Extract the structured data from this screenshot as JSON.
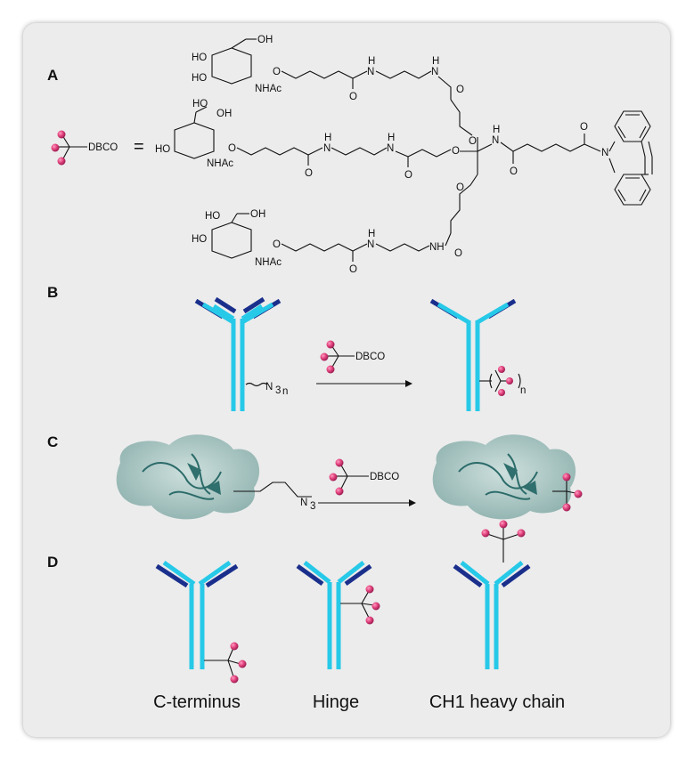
{
  "labels": {
    "a": "A",
    "b": "B",
    "c": "C",
    "d": "D"
  },
  "dbco_label": "DBCO",
  "equals": "=",
  "chem": {
    "oh": "OH",
    "ho": "HO",
    "nhac": "NHAc",
    "o": "O",
    "nh": "H",
    "n": "N",
    "bottom_nh": "NH",
    "linker_nh": "N"
  },
  "section_b": {
    "azide": "N",
    "azide_sub": "3",
    "n_sub": "n"
  },
  "section_c": {
    "azide": "N",
    "azide_sub": "3"
  },
  "captions": {
    "c_terminus": "C-terminus",
    "hinge": "Hinge",
    "ch1": "CH1 heavy chain"
  },
  "colors": {
    "light_chain": "#1aa3d9",
    "heavy_chain": "#27c9e8",
    "dark_chain": "#1a2f8c",
    "bead": "#e0407a",
    "protein": "#8fb8b4"
  }
}
